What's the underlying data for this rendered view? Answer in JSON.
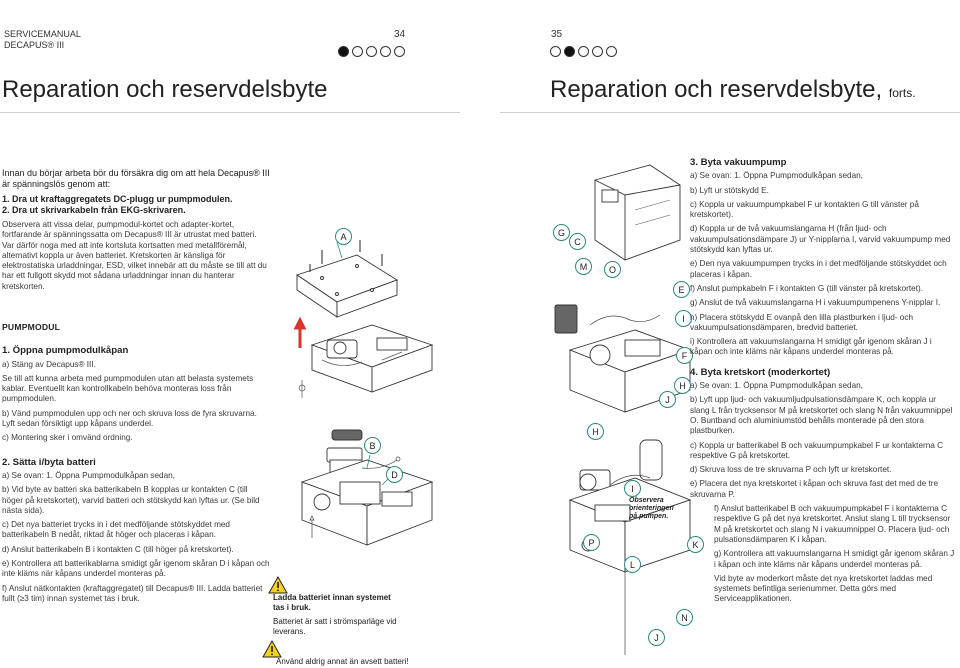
{
  "header": {
    "service_manual": "SERVICEMANUAL",
    "product": "DECAPUS® III",
    "left_page_num": "34",
    "right_page_num": "35"
  },
  "left": {
    "title": "Reparation och reservdelsbyte",
    "intro": "Innan du börjar arbeta bör du försäkra dig om att hela Decapus® III är spänningslös genom att:",
    "steps": [
      "1. Dra ut kraftaggregatets DC-plugg ur pumpmodulen.",
      "2. Dra ut skrivarkabeln från EKG-skrivaren."
    ],
    "observe": "Observera att vissa delar, pumpmodul-kortet och adapter-kortet, fortfarande är spänningssatta om Decapus® III är utrustat med batteri. Var därför noga med att inte kortsluta kortsatten med metallföremål, alternativt koppla ur även batteriet. Kretskorten är känsliga för elektrostatiska urladdningar, ESD, vilket innebär att du måste se till att du har ett fullgott skydd mot sådana urladdningar innan du hanterar kretskorten.",
    "section": "PUMPMODUL",
    "s1_title": "1. Öppna pumpmodulkåpan",
    "s1_a": "a) Stäng av Decapus® III.",
    "s1_p1": "Se till att kunna arbeta med pumpmodulen utan att belasta systemets kablar. Eventuellt kan kontrollkabeln behöva monteras loss från pumpmodulen.",
    "s1_b": "b) Vänd pumpmodulen upp och ner och skruva loss de fyra skruvarna. Lyft sedan försiktigt upp kåpans underdel.",
    "s1_c": "c) Montering sker i omvänd ordning.",
    "s2_title": "2. Sätta i/byta batteri",
    "s2_a": "a) Se ovan: 1. Öppna Pumpmodulkåpan sedan,",
    "s2_b": "b) Vid byte av batteri ska batterikabeln B kopplas ur kontakten C (till höger på kretskortet), varvid batteri och stötskydd kan lyftas ur. (Se bild nästa sida).",
    "s2_c": "c) Det nya batteriet trycks in i det medföljande stötskyddet med batterikabeln B nedåt, riktad åt höger och placeras i kåpan.",
    "s2_d": "d) Anslut batterikabeln B i kontakten C (till höger på kretskortet).",
    "s2_e": "e) Kontrollera att batterikablarna smidigt går igenom skåran D i kåpan och inte kläms när kåpans underdel monteras på.",
    "s2_f": "f) Anslut nätkontakten (kraftaggregatet) till Decapus® III. Ladda batteriet fullt (≥3 tim) innan systemet tas i bruk.",
    "warn_bold": "Ladda batteriet innan systemet tas i bruk.",
    "warn_text": "Batteriet är satt i strömsparläge vid leverans.",
    "warn2": "Använd aldrig annat än avsett batteri!",
    "labels": [
      "A",
      "B",
      "D"
    ]
  },
  "right": {
    "title": "Reparation och reservdelsbyte,",
    "title_suffix": "forts.",
    "s3_title": "3. Byta vakuumpump",
    "s3": [
      "a) Se ovan: 1. Öppna Pumpmodulkåpan sedan,",
      "b) Lyft ur stötskydd E.",
      "c) Koppla ur vakuumpumpkabel F ur kontakten G till vänster på kretskortet).",
      "d) Koppla ur de två vakuumslangarna H (från ljud- och vakuumpulsationsdämpare J) ur Y-nipplarna I, varvid vakuumpump med stötskydd kan lyftas ur.",
      "e) Den nya vakuumpumpen trycks in i det medföljande stötskyddet och placeras i kåpan.",
      "f) Anslut pumpkabeln F i kontakten G (till vänster på kretskortet).",
      "g) Anslut de två vakuumslangarna H i vakuumpumpenens Y-nipplar I.",
      "h) Placera stötskydd E ovanpå den lilla plastburken i ljud- och vakuumpulsationsdämparen, bredvid batteriet.",
      "i) Kontrollera att vakuumslangarna H smidigt går igenom skåran J i kåpan och inte kläms när kåpans underdel monteras på."
    ],
    "s4_title": "4. Byta kretskort (moderkortet)",
    "s4": [
      "a) Se ovan: 1. Öppna Pumpmodulkåpan sedan,",
      "b) Lyft upp ljud- och vakuumljudpulsationsdämpare K, och koppla ur slang L från trycksensor M på kretskortet och slang N från vakuumnippel O. Buntband och aluminiumstöd behålls monterade på den stora plastburken.",
      "c) Koppla ur batterikabel B och vakuumpumpkabel F ur kontakterna C respektive G på kretskortet.",
      "d) Skruva loss de tre skruvarna P och lyft ur kretskortet.",
      "e) Placera det nya kretskortet i kåpan och skruva fast det med de tre skruvarna P.",
      "f) Anslut batterikabel B och vakuumpumpkabel F i kontakterna C respektive G på det nya kretskortet. Anslut slang L till trycksensor M på kretskortet och slang N i vakuumnippel O. Placera ljud- och pulsationsdämparen K i kåpan.",
      "g) Kontrollera att vakuumslangarna H smidigt går igenom skåran J i kåpan och inte kläms när kåpans underdel monteras på.",
      "Vid byte av moderkort måste det nya kretskortet laddas med systemets befintliga serienummer. Detta görs med Serviceapplikationen."
    ],
    "observe_caption": "Observera orienteringen på pumpen.",
    "labels": [
      "G",
      "C",
      "M",
      "O",
      "E",
      "I",
      "F",
      "H",
      "J",
      "H",
      "I",
      "P",
      "L",
      "K",
      "N",
      "J"
    ]
  },
  "colors": {
    "accent": "#2a8a7a",
    "arrow_red": "#d9352b",
    "warn_yellow": "#f3d21b"
  }
}
